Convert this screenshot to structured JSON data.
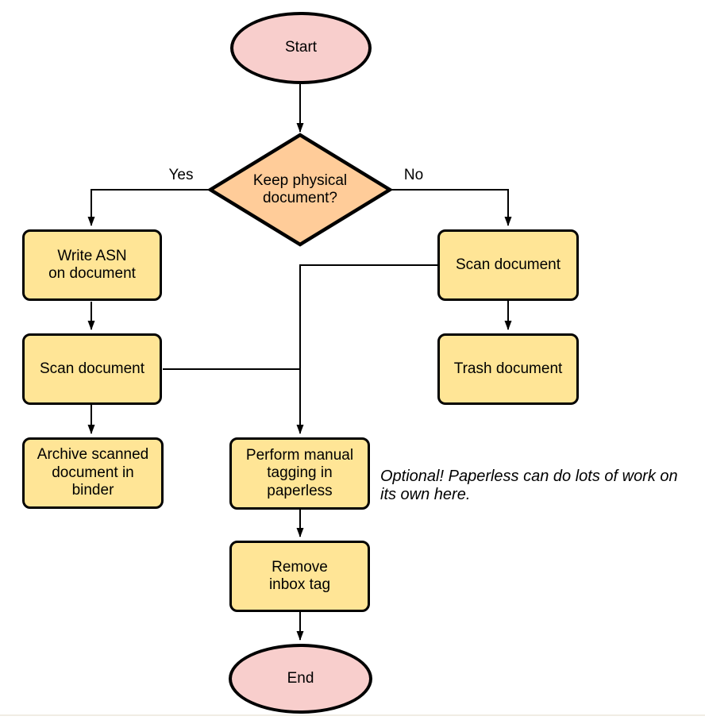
{
  "diagram": {
    "nodes": {
      "start": {
        "label": "Start",
        "type": "terminator"
      },
      "decision": {
        "label": "Keep physical\ndocument?",
        "type": "decision"
      },
      "write_asn": {
        "label": "Write ASN\non document",
        "type": "process"
      },
      "scan_left": {
        "label": "Scan document",
        "type": "process"
      },
      "archive": {
        "label": "Archive scanned\ndocument in\nbinder",
        "type": "process"
      },
      "scan_right": {
        "label": "Scan document",
        "type": "process"
      },
      "trash": {
        "label": "Trash document",
        "type": "process"
      },
      "perform_tagging": {
        "label": "Perform manual\ntagging in\npaperless",
        "type": "process"
      },
      "remove_inbox": {
        "label": "Remove\ninbox tag",
        "type": "process"
      },
      "end": {
        "label": "End",
        "type": "terminator"
      }
    },
    "edge_labels": {
      "yes": "Yes",
      "no": "No"
    },
    "annotation": "Optional! Paperless can do lots of work on\nits own here.",
    "colors": {
      "terminator_fill": "#F8CECC",
      "decision_fill": "#FFCC99",
      "process_fill": "#FFE596",
      "stroke": "#000000"
    }
  }
}
